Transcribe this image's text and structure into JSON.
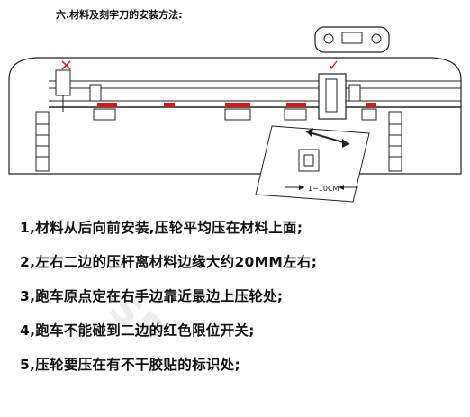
{
  "page": {
    "heading": "六.材料及刻字刀的安装方法:"
  },
  "figure": {
    "wrong_mark": "×",
    "right_mark": "✓",
    "display_text": "",
    "dimension_label": "1~10CM",
    "colors": {
      "limit_switch": "#e0202a",
      "outline": "#222222",
      "marks": "#d11a1a"
    }
  },
  "steps": [
    "1,材料从后向前安装,压轮平均压在材料上面;",
    "2,左右二边的压杆离材料边缘大约20MM左右;",
    "3,跑车原点定在右手边靠近最边上压轮处;",
    "4,跑车不能碰到二边的红色限位开关;",
    "5,压轮要压在有不干胶贴的标识处;"
  ],
  "watermark": "SP"
}
